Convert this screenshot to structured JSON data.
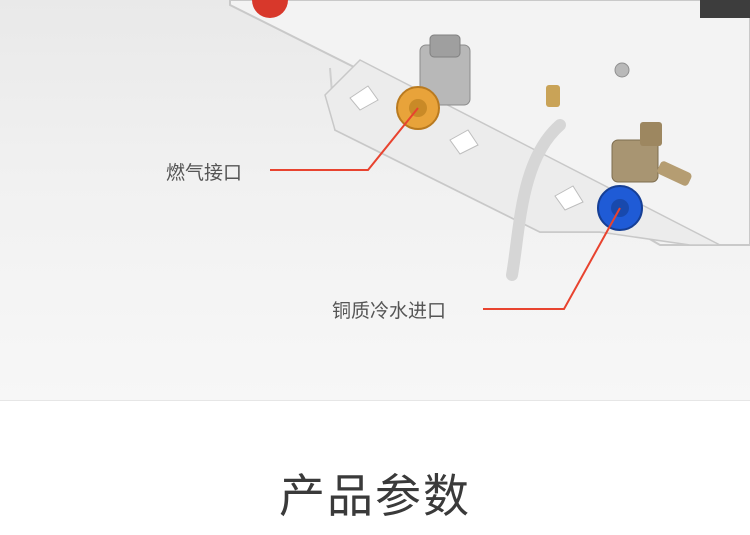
{
  "photo": {
    "callouts": [
      {
        "label": "燃气接口",
        "color": "#e8432f"
      },
      {
        "label": "铜质冷水进口",
        "color": "#e8432f"
      }
    ],
    "nozzle_colors": {
      "gas": "#e8a33a",
      "water": "#1f5bd6"
    }
  },
  "section": {
    "title": "产品参数"
  }
}
